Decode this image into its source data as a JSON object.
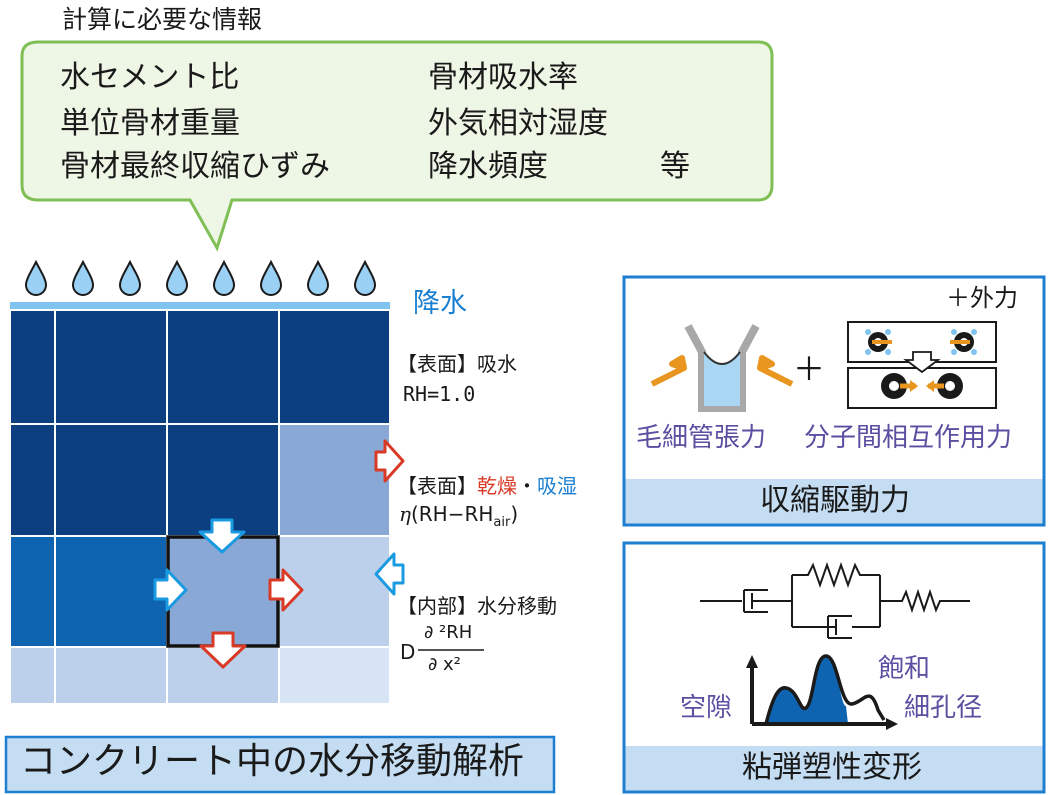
{
  "header": {
    "title": "計算に必要な情報"
  },
  "info_box": {
    "col1": [
      "水セメント比",
      "単位骨材重量",
      "骨材最終収縮ひずみ"
    ],
    "col2": [
      "骨材吸水率",
      "外気相対湿度",
      "降水頻度"
    ],
    "etc": "等"
  },
  "rain_label": "降水",
  "annotations": {
    "surface_absorb": {
      "title": "【表面】吸水",
      "rh": "RH=1.0"
    },
    "surface_dry": {
      "prefix": "【表面】",
      "dry": "乾燥",
      "dot": "・",
      "wet": "吸湿",
      "eta": "η",
      "formula_open": "(RH−RH",
      "formula_sub": "air",
      "formula_close": ")"
    },
    "internal": {
      "title": "【内部】水分移動",
      "d": "D",
      "num": "∂ ²RH",
      "den": "∂ x²"
    }
  },
  "main_label": "コンクリート中の水分移動解析",
  "shrinkage_panel": {
    "external_force": "＋外力",
    "plus": "＋",
    "capillary": "毛細管張力",
    "molecular": "分子間相互作用力",
    "footer": "収縮駆動力"
  },
  "visco_panel": {
    "saturation": "飽和",
    "void": "空隙",
    "pore": "細孔径",
    "footer": "粘弾塑性変形"
  },
  "colors": {
    "dark_navy": "#0b3f82",
    "mid_blue": "#0e64b0",
    "light_blue": "#89a8d6",
    "pale_blue": "#bcd0ec",
    "very_pale": "#d6e4f5",
    "accent": "#1a7fd1",
    "red": "#d93a26",
    "green_border": "#7fbf55",
    "green_fill": "#eef6e6",
    "panel_border": "#1e7fd1",
    "panel_footer": "#c4ddf3",
    "orange": "#e8961f"
  }
}
